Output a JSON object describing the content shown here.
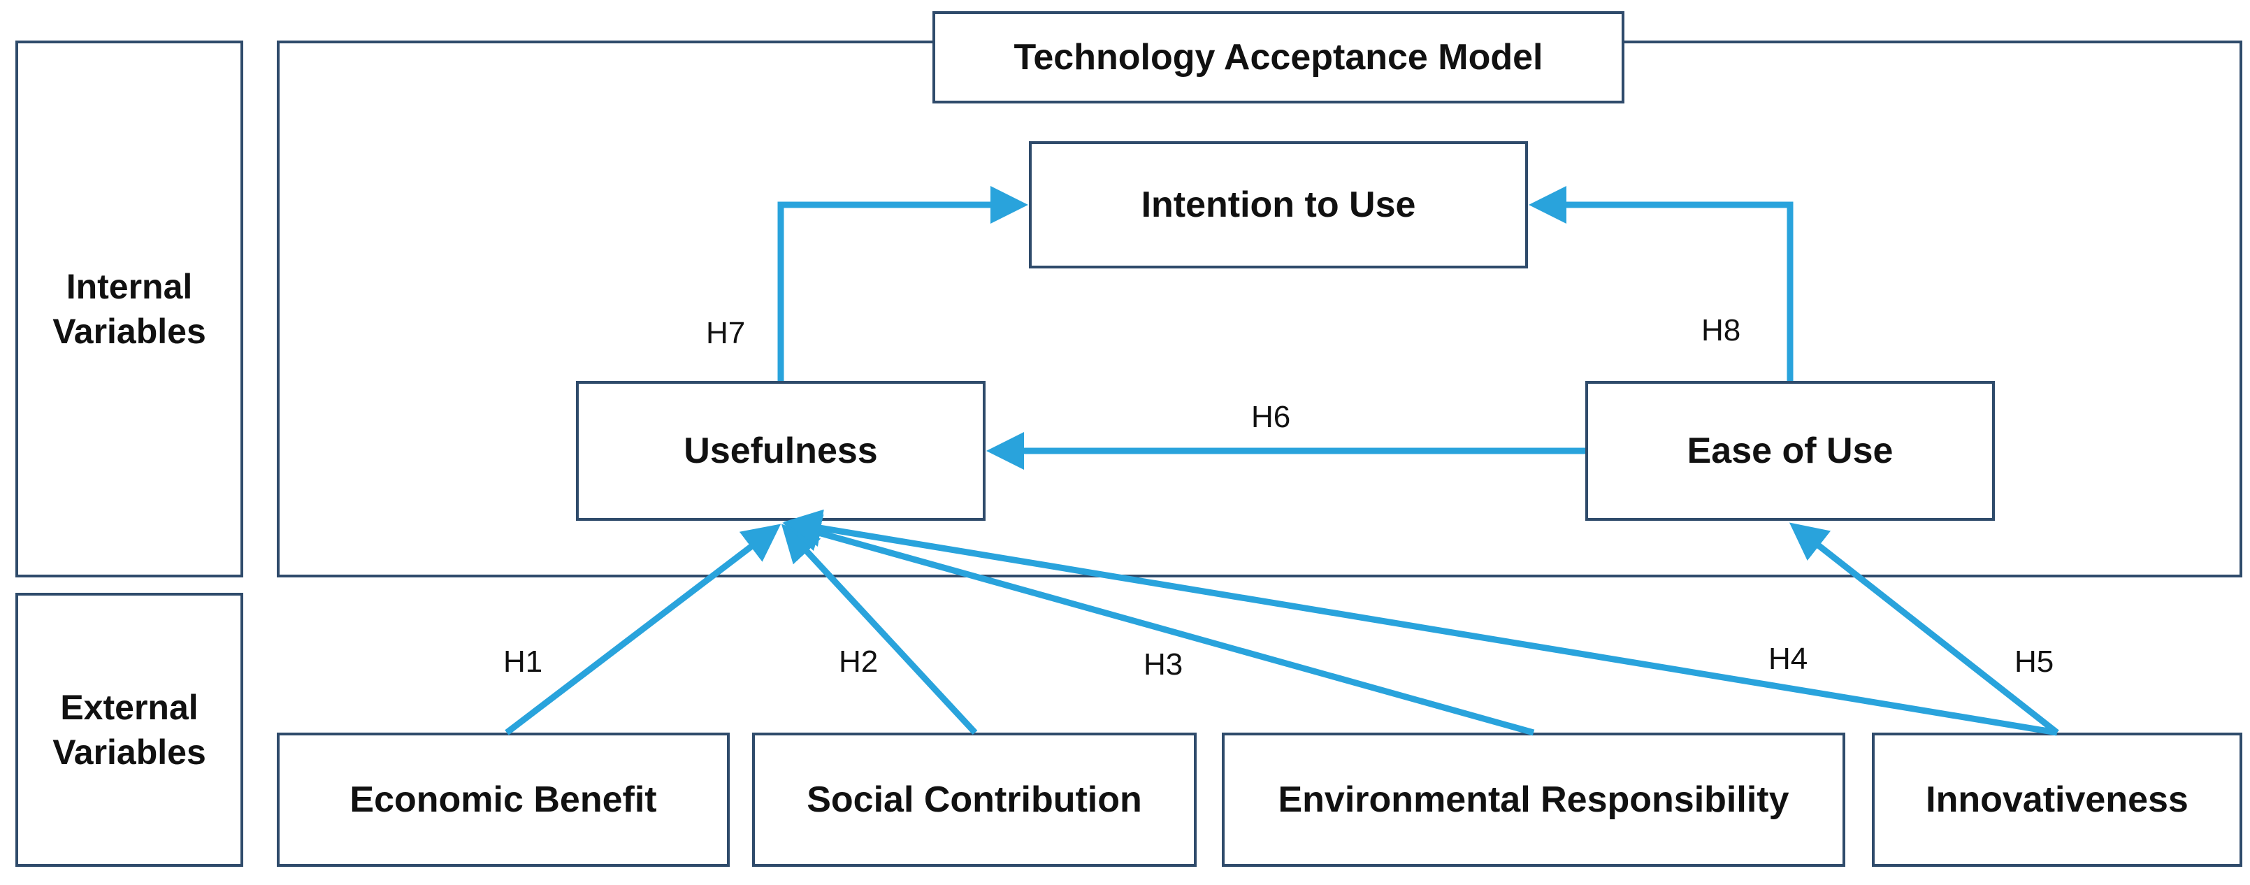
{
  "side_labels": {
    "internal": "Internal\nVariables",
    "external": "External\nVariables"
  },
  "model_title": "Technology Acceptance Model",
  "nodes": {
    "intention": "Intention to Use",
    "usefulness": "Usefulness",
    "ease": "Ease of Use",
    "economic": "Economic Benefit",
    "social": "Social Contribution",
    "environmental": "Environmental Responsibility",
    "innovativeness": "Innovativeness"
  },
  "hypotheses": {
    "h1": "H1",
    "h2": "H2",
    "h3": "H3",
    "h4": "H4",
    "h5": "H5",
    "h6": "H6",
    "h7": "H7",
    "h8": "H8"
  },
  "colors": {
    "arrow": "#29a3dc",
    "border": "#2f4b6b"
  }
}
